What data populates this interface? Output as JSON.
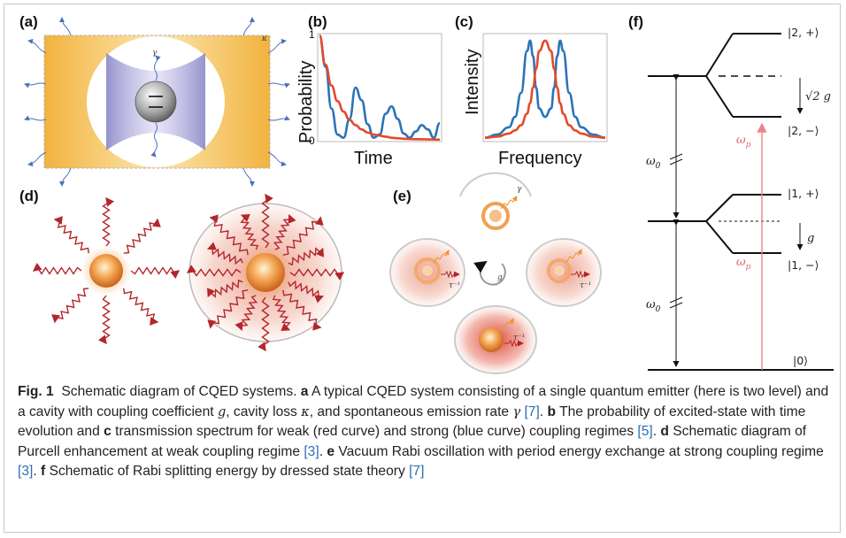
{
  "figure": {
    "panels": {
      "a": {
        "label": "(a)",
        "kappa": "κ",
        "gamma": "γ"
      },
      "b": {
        "label": "(b)",
        "ylabel": "Probability",
        "xlabel": "Time",
        "ytick_top": "1",
        "ytick_bottom": "0"
      },
      "c": {
        "label": "(c)",
        "ylabel": "Intensity",
        "xlabel": "Frequency"
      },
      "d": {
        "label": "(d)"
      },
      "e": {
        "label": "(e)",
        "g": "g",
        "gamma": "γ",
        "tau": "τ⁻¹"
      },
      "f": {
        "label": "(f)",
        "states": [
          "|2, +⟩",
          "|2, −⟩",
          "|1, +⟩",
          "|1, −⟩",
          "|0⟩"
        ],
        "omega0": "ω",
        "omega0_sub": "0",
        "omegap": "ω",
        "omegap_sub": "p",
        "split2": "√2 g",
        "split1": "g"
      }
    },
    "colors": {
      "strong": "#2b73b7",
      "weak": "#e34a2a",
      "arrow": "#b3262b",
      "pump": "#e8838a",
      "cavity": "#f2c057"
    }
  },
  "chart_data": [
    {
      "type": "line",
      "panel": "b",
      "title": "",
      "xlabel": "Time",
      "ylabel": "Probability",
      "ylim": [
        0,
        1
      ],
      "series": [
        {
          "name": "",
          "color": "#2b73b7",
          "x": [
            0,
            0.05,
            0.1,
            0.15,
            0.2,
            0.25,
            0.3,
            0.35,
            0.4,
            0.45,
            0.5,
            0.55,
            0.6,
            0.65,
            0.7,
            0.75,
            0.8,
            0.85,
            0.9,
            0.95,
            1.0
          ],
          "y": [
            1.0,
            0.7,
            0.3,
            0.05,
            0.02,
            0.2,
            0.5,
            0.38,
            0.15,
            0.02,
            0.05,
            0.25,
            0.32,
            0.2,
            0.06,
            0.02,
            0.08,
            0.14,
            0.1,
            0.02,
            0.16
          ]
        },
        {
          "name": "",
          "color": "#e34a2a",
          "x": [
            0,
            0.05,
            0.1,
            0.15,
            0.2,
            0.25,
            0.3,
            0.35,
            0.4,
            0.45,
            0.5,
            0.55,
            0.6,
            0.65,
            0.7,
            0.75,
            0.8,
            0.85,
            0.9,
            0.95,
            1.0
          ],
          "y": [
            1.0,
            0.72,
            0.52,
            0.37,
            0.27,
            0.19,
            0.14,
            0.1,
            0.07,
            0.05,
            0.04,
            0.03,
            0.02,
            0.015,
            0.01,
            0.008,
            0.006,
            0.005,
            0.004,
            0.003,
            0.002
          ]
        }
      ]
    },
    {
      "type": "line",
      "panel": "c",
      "title": "",
      "xlabel": "Frequency",
      "ylabel": "Intensity",
      "series": [
        {
          "name": "",
          "color": "#2b73b7",
          "x": [
            -1.0,
            -0.8,
            -0.6,
            -0.5,
            -0.4,
            -0.3,
            -0.25,
            -0.2,
            -0.15,
            -0.1,
            0.0,
            0.1,
            0.15,
            0.2,
            0.25,
            0.3,
            0.4,
            0.5,
            0.6,
            0.8,
            1.0
          ],
          "y": [
            0.02,
            0.05,
            0.12,
            0.22,
            0.45,
            0.85,
            0.95,
            0.8,
            0.5,
            0.3,
            0.22,
            0.3,
            0.5,
            0.8,
            0.95,
            0.85,
            0.45,
            0.22,
            0.12,
            0.05,
            0.02
          ]
        },
        {
          "name": "",
          "color": "#e34a2a",
          "x": [
            -1.0,
            -0.8,
            -0.6,
            -0.5,
            -0.4,
            -0.3,
            -0.25,
            -0.2,
            -0.15,
            -0.1,
            0.0,
            0.1,
            0.15,
            0.2,
            0.25,
            0.3,
            0.4,
            0.5,
            0.6,
            0.8,
            1.0
          ],
          "y": [
            0.02,
            0.03,
            0.06,
            0.09,
            0.14,
            0.25,
            0.35,
            0.5,
            0.68,
            0.85,
            0.95,
            0.85,
            0.68,
            0.5,
            0.35,
            0.25,
            0.14,
            0.09,
            0.06,
            0.03,
            0.02
          ]
        }
      ]
    }
  ],
  "caption": {
    "fig": "Fig. 1",
    "s1": "Schematic diagram of CQED systems.",
    "a": "a",
    "t_a1": "A typical CQED system consisting of a single quantum emitter (here is two level) and a cavity with coupling coefficient",
    "g": "g",
    "t_a2": ", cavity loss",
    "kappa": "κ",
    "t_a3": ", and spontaneous emission rate",
    "gamma": "γ",
    "ref7a": "[7]",
    "b": "b",
    "t_b": "The probability of excited-state with time evolution and",
    "c": "c",
    "t_c": "transmission spectrum for weak (red curve) and strong (blue curve) coupling regimes",
    "ref5": "[5]",
    "d": "d",
    "t_d": "Schematic diagram of Purcell enhancement at weak coupling regime",
    "ref3a": "[3]",
    "e": "e",
    "t_e": "Vacuum Rabi oscillation with period energy exchange at strong coupling regime",
    "ref3b": "[3]",
    "f": "f",
    "t_f": "Schematic of Rabi splitting energy by dressed state theory",
    "ref7b": "[7]"
  }
}
